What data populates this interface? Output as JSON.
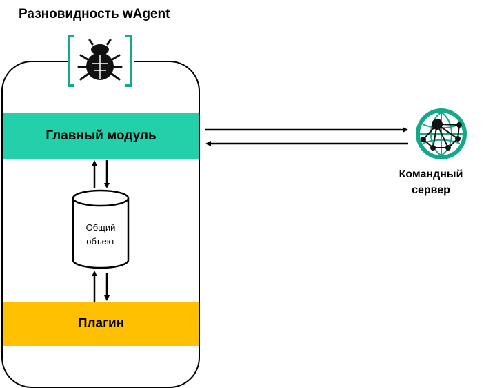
{
  "diagram": {
    "title": "Разновидность wAgent",
    "main_module": "Главный модуль",
    "shared_object_line1": "Общий",
    "shared_object_line2": "объект",
    "plugin": "Плагин",
    "server_line1": "Командный",
    "server_line2": "сервер"
  },
  "colors": {
    "main_module": "#23d0a9",
    "plugin": "#fec000",
    "accent": "#16a88a",
    "stroke": "#000000"
  },
  "icons": [
    "bug-icon",
    "network-globe-icon"
  ]
}
